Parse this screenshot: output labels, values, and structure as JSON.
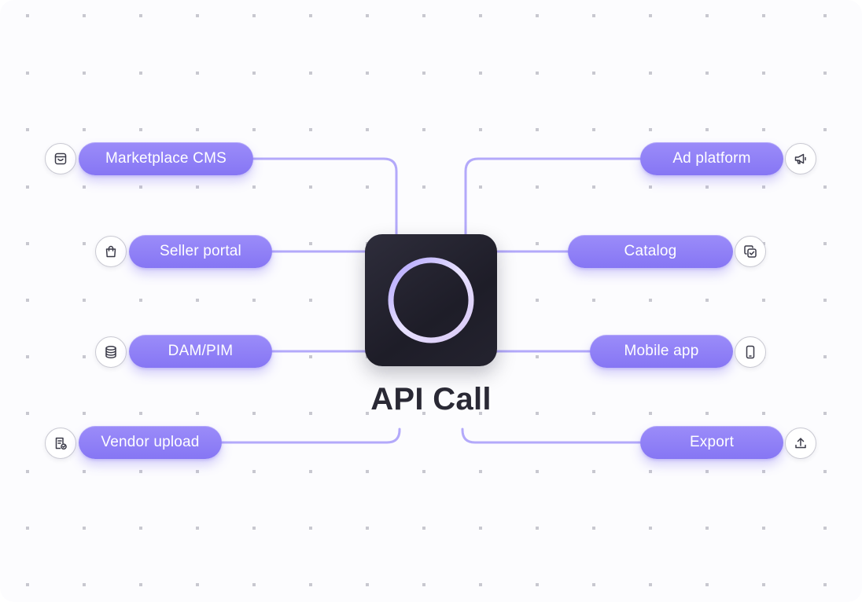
{
  "diagram": {
    "center_label": "API Call",
    "nodes": [
      {
        "label": "Marketplace CMS",
        "icon": "storefront-icon"
      },
      {
        "label": "Seller portal",
        "icon": "shopping-bag-icon"
      },
      {
        "label": "DAM/PIM",
        "icon": "database-icon"
      },
      {
        "label": "Vendor upload",
        "icon": "document-check-icon"
      },
      {
        "label": "Ad platform",
        "icon": "megaphone-icon"
      },
      {
        "label": "Catalog",
        "icon": "stacked-check-icon"
      },
      {
        "label": "Mobile app",
        "icon": "smartphone-icon"
      },
      {
        "label": "Export",
        "icon": "upload-icon"
      }
    ]
  },
  "colors": {
    "accent": "#8B7CF6",
    "wire": "#B3A9FA",
    "core_bg": "#24232F",
    "text_dark": "#2A2935",
    "dot": "#C8C8D0"
  }
}
